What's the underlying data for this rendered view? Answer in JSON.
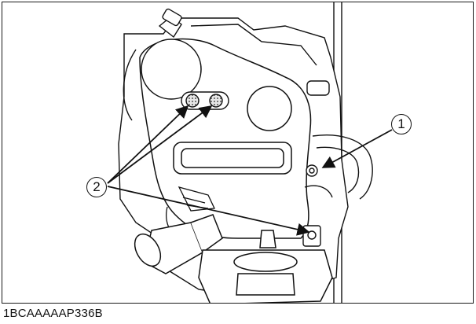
{
  "figure": {
    "callouts": [
      {
        "id": "1",
        "label": "1"
      },
      {
        "id": "2",
        "label": "2"
      }
    ],
    "figure_code": "1BCAAAAAP336B"
  },
  "colors": {
    "line": "#111111",
    "shade": "#9a9a9a",
    "background": "#ffffff"
  }
}
